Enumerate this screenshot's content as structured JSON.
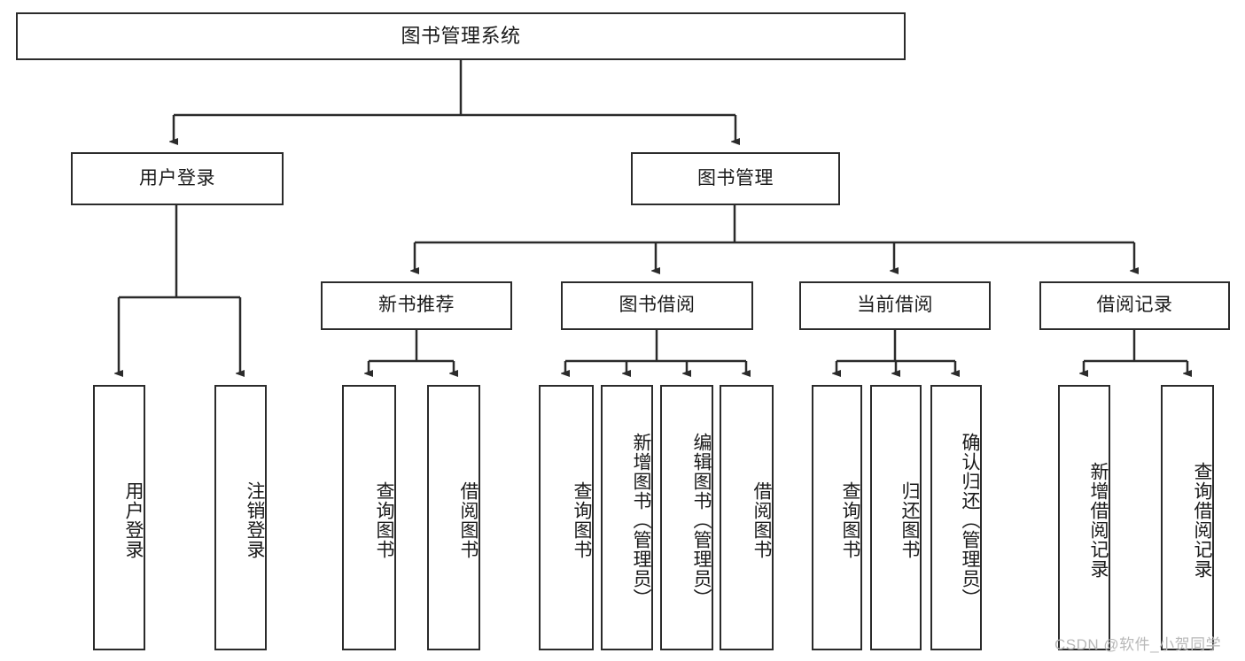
{
  "diagram": {
    "title": "图书管理系统",
    "type": "tree-hierarchy-diagram",
    "colors": {
      "stroke": "#2b2b2b",
      "fill": "#ffffff",
      "text": "#1a1a1a",
      "watermark": "#b8b8b8"
    },
    "levels": {
      "root": {
        "label": "图书管理系统"
      },
      "level2": [
        {
          "key": "user_login",
          "label": "用户登录"
        },
        {
          "key": "book_mgmt",
          "label": "图书管理"
        }
      ],
      "level3": [
        {
          "key": "new_book_rec",
          "label": "新书推荐"
        },
        {
          "key": "book_borrow",
          "label": "图书借阅"
        },
        {
          "key": "current_borrow",
          "label": "当前借阅"
        },
        {
          "key": "borrow_record",
          "label": "借阅记录"
        }
      ],
      "leaves": {
        "user_login": [
          "用户登录",
          "注销登录"
        ],
        "new_book_rec": [
          "查询图书",
          "借阅图书"
        ],
        "book_borrow": [
          "查询图书",
          "新增图书（管理员）",
          "编辑图书（管理员）",
          "借阅图书"
        ],
        "current_borrow": [
          "查询图书",
          "归还图书",
          "确认归还（管理员）"
        ],
        "borrow_record": [
          "新增借阅记录",
          "查询借阅记录"
        ]
      }
    }
  },
  "watermark": {
    "text": "CSDN @软件_小贺同学"
  }
}
